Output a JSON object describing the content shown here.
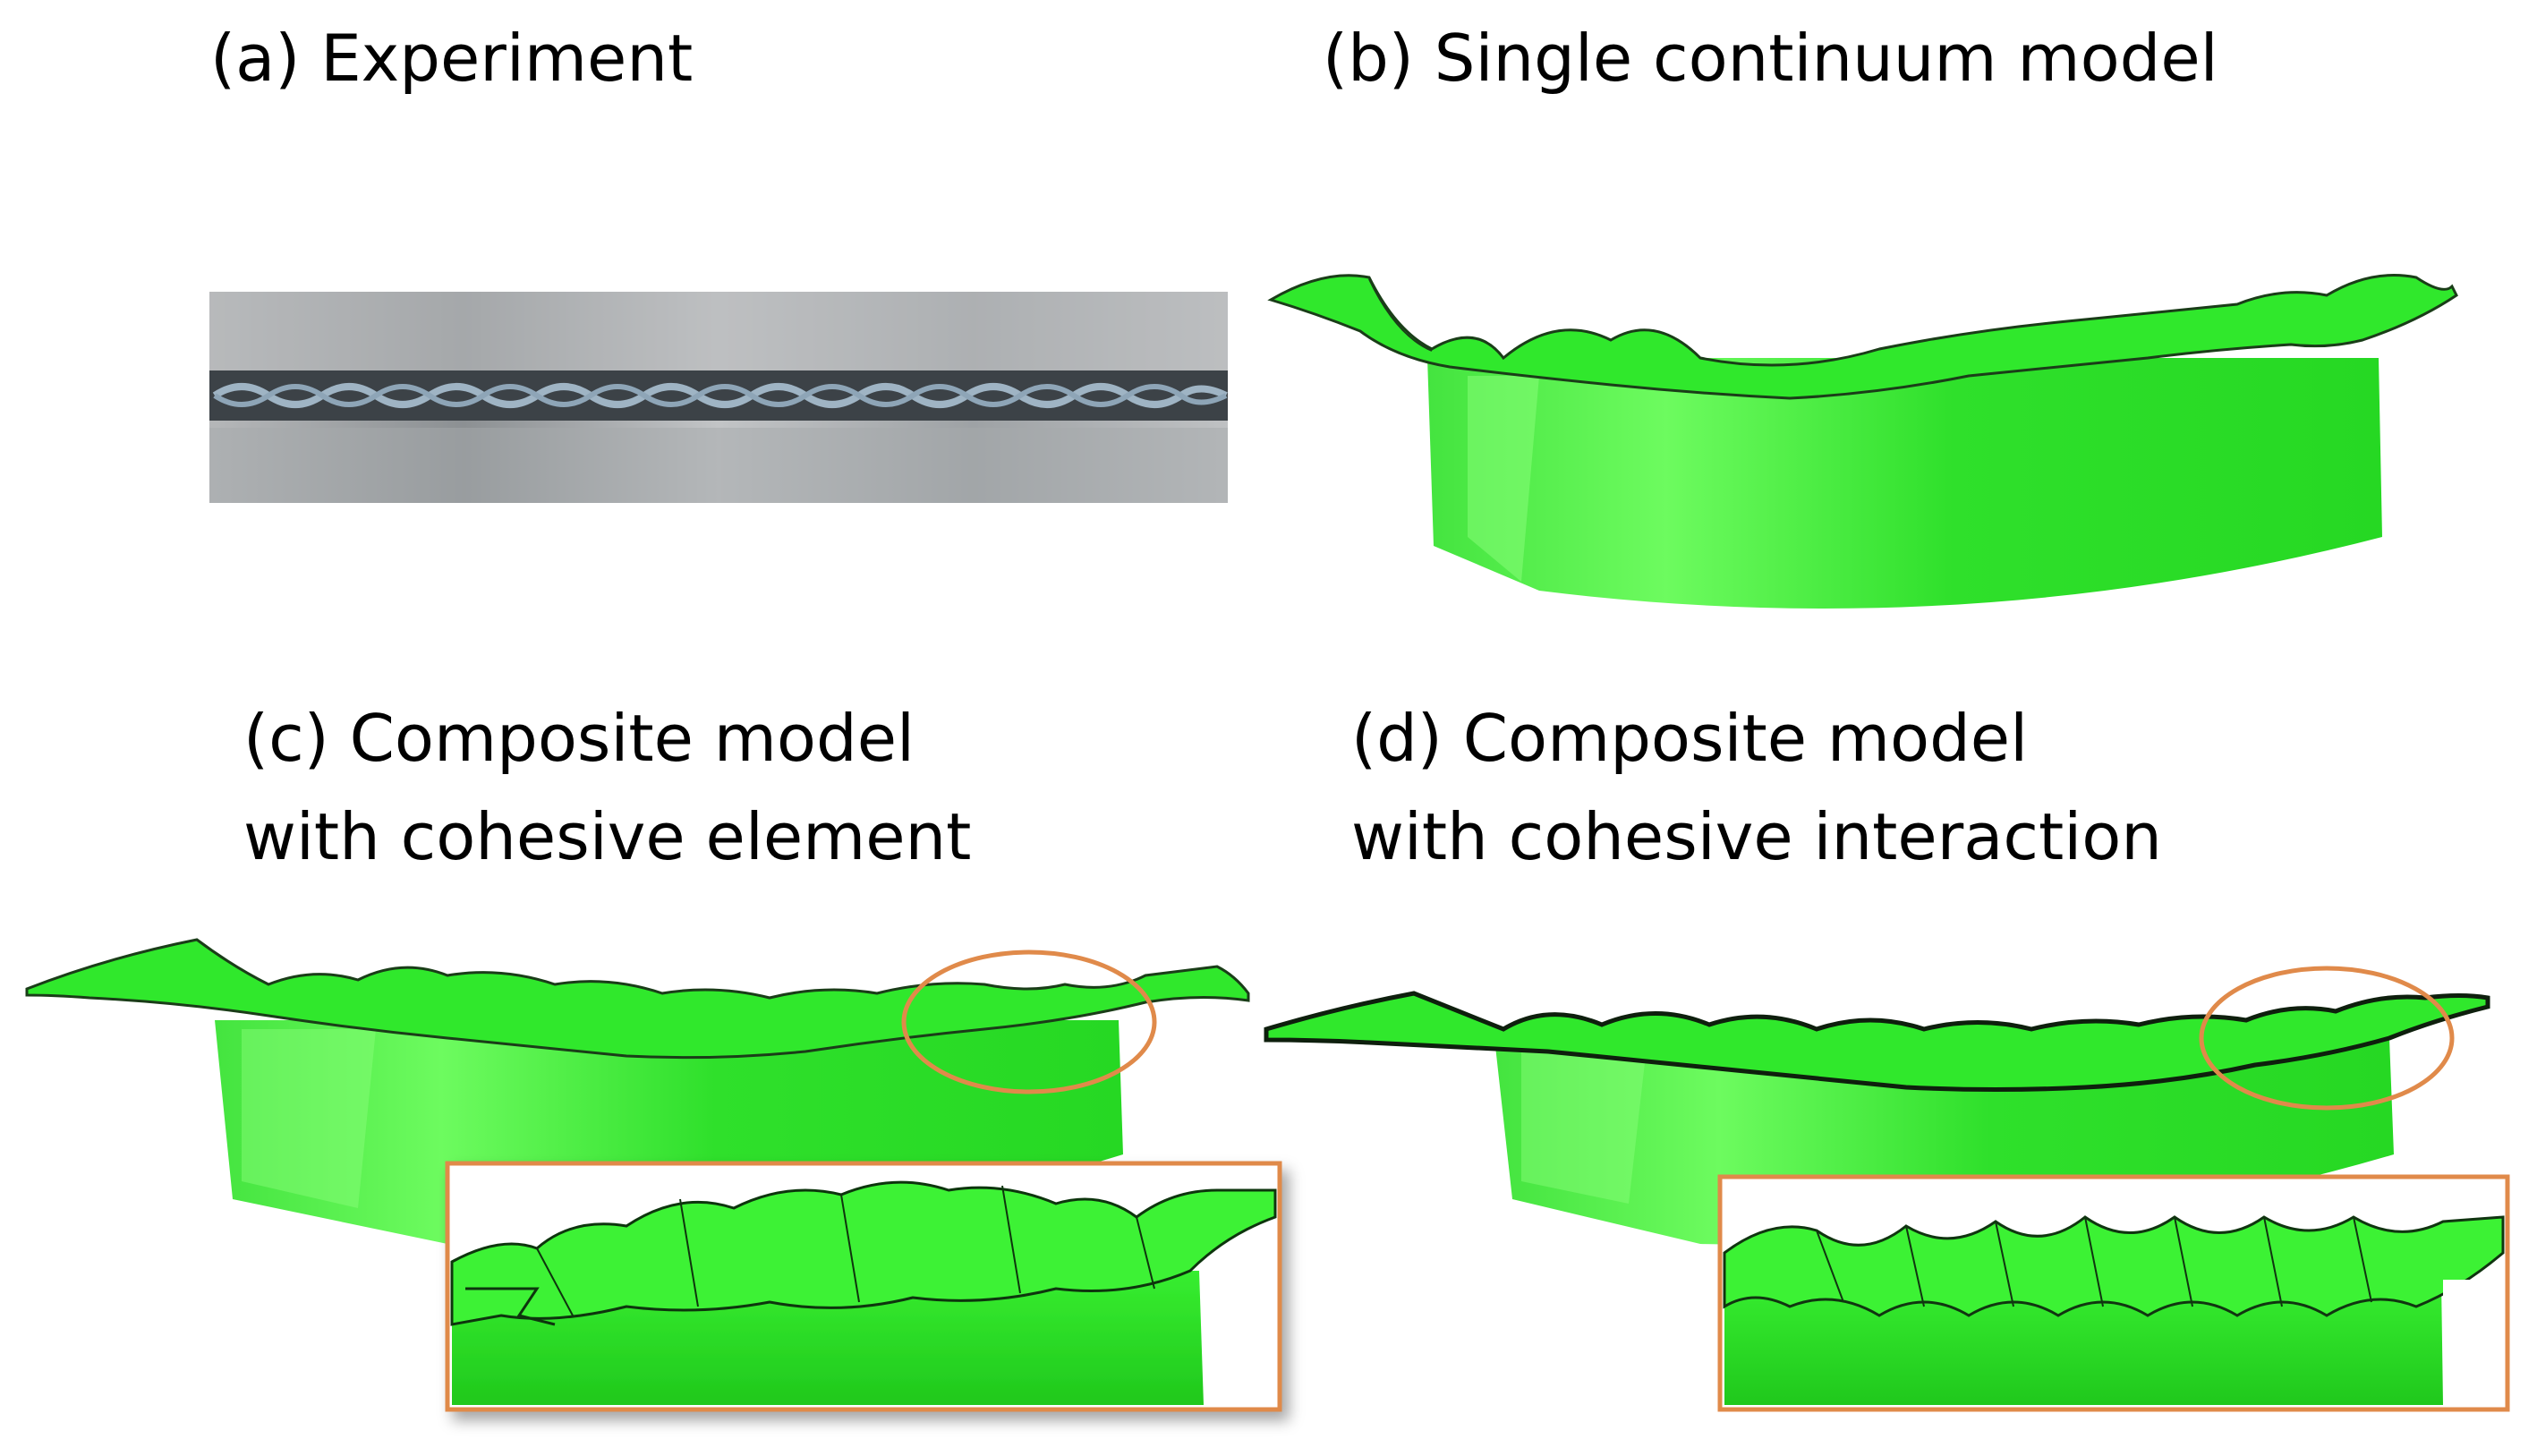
{
  "panels": [
    {
      "caption": "(a) Experiment"
    },
    {
      "caption": "(b) Single continuum model"
    },
    {
      "caption_line1": "(c) Composite model",
      "caption_line2": "with cohesive element"
    },
    {
      "caption_line1": "(d) Composite model",
      "caption_line2": "with cohesive interaction"
    }
  ],
  "colors": {
    "model_green": "#2ee62b",
    "model_green_light": "#7cff6e",
    "highlight_orange": "#e08a4a",
    "metal_grey": "#a9acae"
  }
}
